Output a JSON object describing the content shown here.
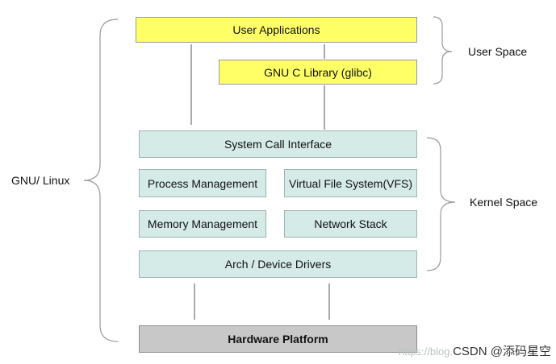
{
  "boxes": {
    "user_applications": "User Applications",
    "glibc": "GNU C Library (glibc)",
    "system_call_interface": "System Call Interface",
    "process_management": "Process Management",
    "virtual_file_system": "Virtual File System(VFS)",
    "memory_management": "Memory Management",
    "network_stack": "Network Stack",
    "arch_device_drivers": "Arch / Device Drivers",
    "hardware_platform": "Hardware Platform"
  },
  "labels": {
    "gnu_linux": "GNU/ Linux",
    "user_space": "User Space",
    "kernel_space": "Kernel Space"
  },
  "watermark": {
    "url": "https://blog.",
    "text": "CSDN @添码星空"
  },
  "colors": {
    "user_space_fill": "#ffff66",
    "kernel_space_fill": "#d5ebe7",
    "hardware_fill": "#c8c8c8"
  }
}
